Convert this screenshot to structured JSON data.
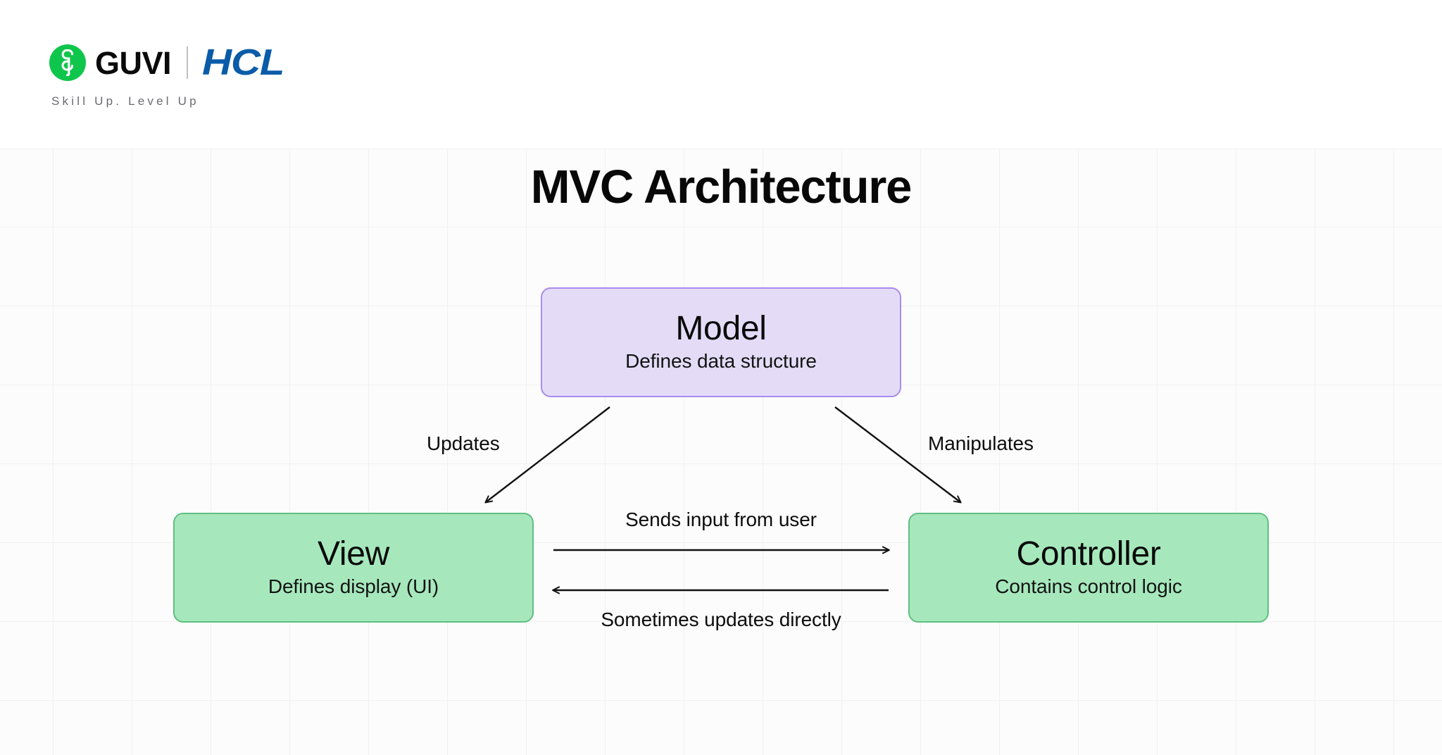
{
  "brand": {
    "logo_icon": "guvi-g-mark",
    "name": "GUVI",
    "partner": "HCL",
    "tagline": "Skill Up. Level Up",
    "colors": {
      "guvi_green": "#0FC64C",
      "hcl_blue": "#0A5CA8",
      "tagline_gray": "#6B6B70"
    }
  },
  "slide": {
    "title": "MVC Architecture",
    "background": "#FCFCFD",
    "grid_line_color": "#F1F1F3"
  },
  "diagram": {
    "type": "flow",
    "nodes": [
      {
        "id": "model",
        "title": "Model",
        "subtitle": "Defines data structure",
        "fill": "#E4DCF7",
        "border": "#A88CEE"
      },
      {
        "id": "view",
        "title": "View",
        "subtitle": "Defines display (UI)",
        "fill": "#A6E8BC",
        "border": "#5FBF82"
      },
      {
        "id": "controller",
        "title": "Controller",
        "subtitle": "Contains control logic",
        "fill": "#A6E8BC",
        "border": "#5FBF82"
      }
    ],
    "edges": [
      {
        "id": "model-to-view",
        "from": "model",
        "to": "view",
        "label": "Updates",
        "direction": "down-left"
      },
      {
        "id": "model-to-controller",
        "from": "model",
        "to": "controller",
        "label": "Manipulates",
        "direction": "down-right"
      },
      {
        "id": "view-to-controller",
        "from": "view",
        "to": "controller",
        "label": "Sends input from user",
        "direction": "right"
      },
      {
        "id": "controller-to-view",
        "from": "controller",
        "to": "view",
        "label": "Sometimes updates directly",
        "direction": "left"
      }
    ],
    "edge_color": "#111111"
  }
}
